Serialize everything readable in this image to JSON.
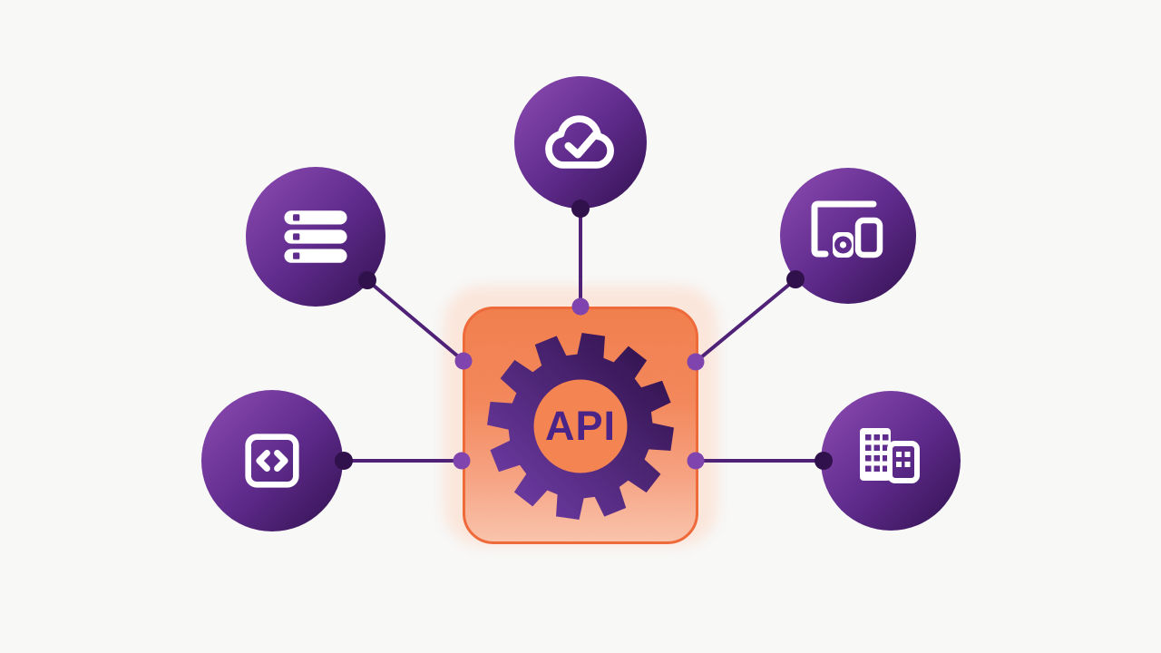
{
  "center": {
    "label": "API"
  },
  "gear": {
    "teeth": 12
  },
  "nodes": [
    {
      "id": "cloud",
      "icon": "cloud-check-icon"
    },
    {
      "id": "server",
      "icon": "server-stack-icon"
    },
    {
      "id": "devices",
      "icon": "devices-icon"
    },
    {
      "id": "code",
      "icon": "code-brackets-icon"
    },
    {
      "id": "building",
      "icon": "enterprise-building-icon"
    }
  ],
  "colors": {
    "background": "#f8f8f7",
    "box_border": "#ef6a3a",
    "box_top": "#f4814e",
    "box_bottom": "#fcc7ae",
    "glow": "#fae6db",
    "hub": "#f58453",
    "label": "#4b2487",
    "gear_light": "#7440ad",
    "gear_dark": "#2b0e44",
    "node_light": "#8e4cb3",
    "node_mid": "#5f2b8c",
    "node_dark": "#321150",
    "line": "#4f2278",
    "dot_dark": "#31114c",
    "dot_light": "#8044ae",
    "icon": "#ffffff"
  }
}
